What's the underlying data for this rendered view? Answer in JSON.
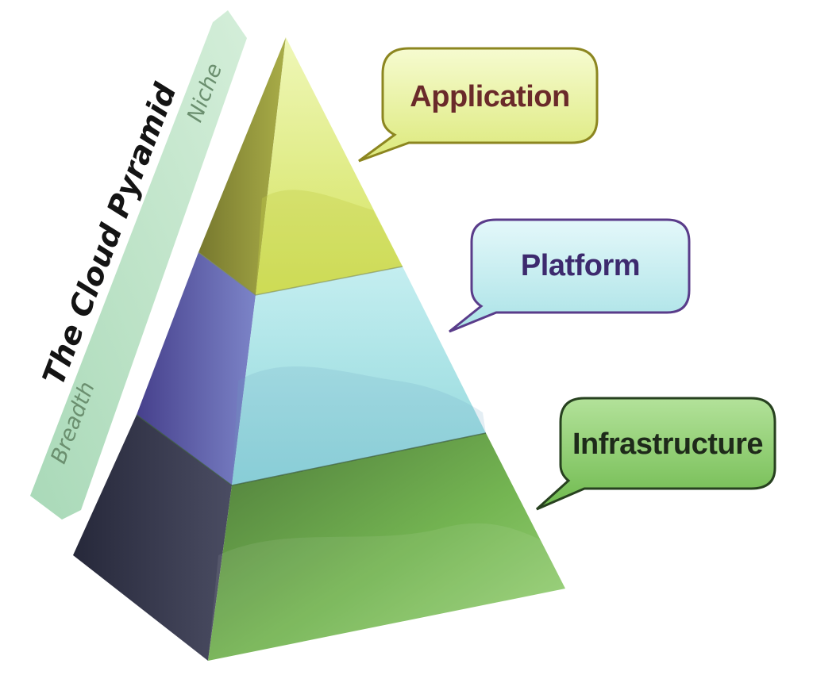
{
  "diagram": {
    "title": "The Cloud Pyramid",
    "axis": {
      "top_label": "Niche",
      "bottom_label": "Breadth"
    },
    "layers": [
      {
        "label": "Application",
        "text_color": "#6a2a2a",
        "front_color": "#dbe86a",
        "side_color": "#8a8a3a",
        "bubble_color": "#eef6a8",
        "bubble_stroke": "#8c8620"
      },
      {
        "label": "Platform",
        "text_color": "#3d2a6e",
        "front_color": "#a8e3e6",
        "side_color": "#5a5aa8",
        "bubble_color": "#cdf1f4",
        "bubble_stroke": "#5a3c8a"
      },
      {
        "label": "Infrastructure",
        "text_color": "#1e2a1a",
        "front_color": "#7cc25a",
        "side_color": "#3a3a4e",
        "bubble_color": "#96d478",
        "bubble_stroke": "#27411f"
      }
    ]
  }
}
